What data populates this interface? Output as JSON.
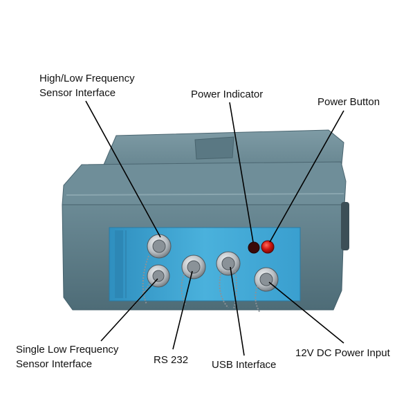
{
  "labels": {
    "hilo": {
      "line1": "High/Low Frequency",
      "line2": "Sensor Interface"
    },
    "power_indicator": "Power Indicator",
    "power_button": "Power Button",
    "single_low": {
      "line1": "Single Low Frequency",
      "line2": "Sensor Interface"
    },
    "rs232": "RS 232",
    "usb": "USB Interface",
    "dc_input": "12V DC Power Input"
  },
  "colors": {
    "case_body": "#5e7d88",
    "case_lid": "#6d8c97",
    "panel": "#3fa3cf",
    "connector": "#c3c8cc",
    "led_red": "#d0160f",
    "leader": "#000000"
  }
}
